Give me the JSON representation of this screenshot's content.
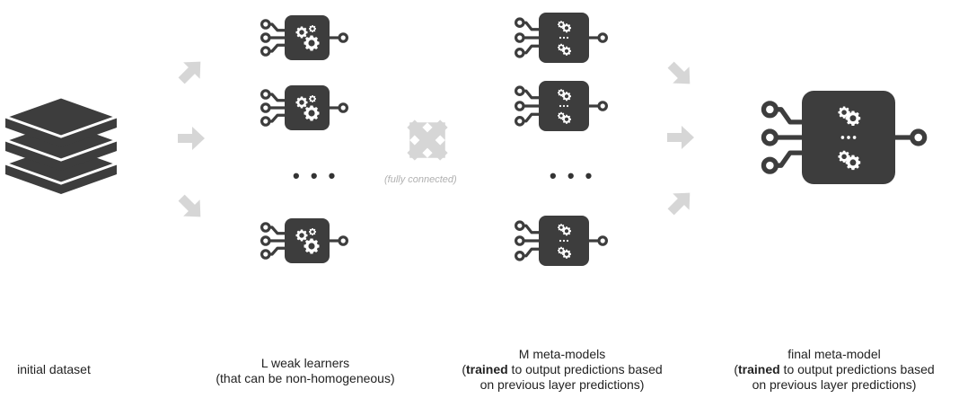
{
  "captions": {
    "dataset": "initial dataset",
    "weak_line1": "L weak learners",
    "weak_line2": "(that can be non-homogeneous)",
    "meta_line1": "M meta-models",
    "meta_bold": "trained",
    "meta_rest": " to output predictions based",
    "meta_line3": "on previous layer predictions)",
    "final_line1": "final meta-model",
    "final_bold": "trained",
    "final_rest": " to output predictions based",
    "final_line3": "on previous layer predictions)"
  },
  "ellipsis": "• • •",
  "fully_connected_label": "(fully connected)",
  "colors": {
    "box": "#3d3d3d",
    "arrow": "#d6d6d6",
    "text": "#222222",
    "muted": "#b0b0b0"
  },
  "icons": {
    "dataset": "stacked-layers-icon",
    "weak_learner": "gear-chip-icon",
    "meta_model": "gear-chip-stack-icon",
    "final_model": "gear-chip-stack-icon",
    "connector": "cross-arrows-icon"
  }
}
